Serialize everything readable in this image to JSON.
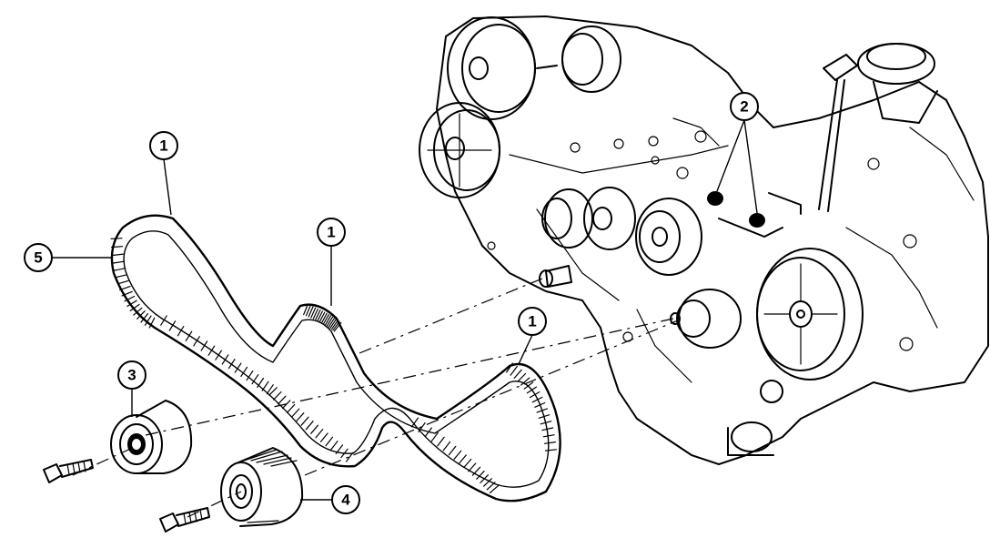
{
  "callouts": [
    {
      "id": "c1a",
      "label": "1"
    },
    {
      "id": "c1b",
      "label": "1"
    },
    {
      "id": "c1c",
      "label": "1"
    },
    {
      "id": "c2",
      "label": "2"
    },
    {
      "id": "c3",
      "label": "3"
    },
    {
      "id": "c4",
      "label": "4"
    },
    {
      "id": "c5",
      "label": "5"
    }
  ]
}
